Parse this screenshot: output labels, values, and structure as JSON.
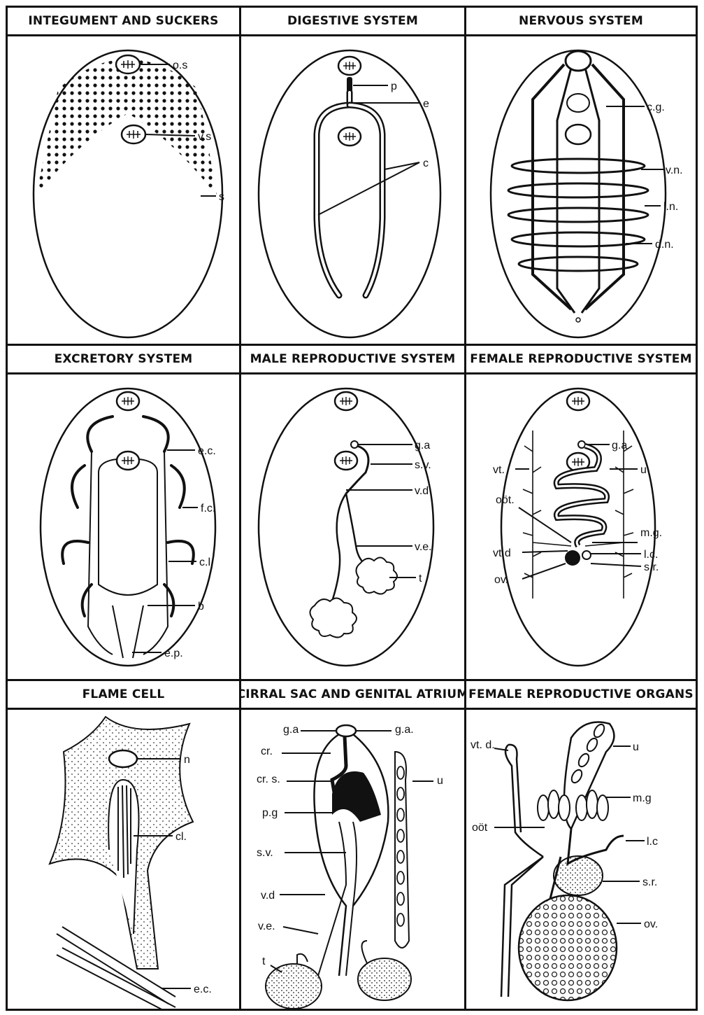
{
  "panels": {
    "integument": {
      "title": "INTEGUMENT AND SUCKERS",
      "labels": {
        "os": "o.s",
        "vs": "v.s",
        "s": "s"
      }
    },
    "digestive": {
      "title": "DIGESTIVE SYSTEM",
      "labels": {
        "p": "p",
        "e": "e",
        "c": "c"
      }
    },
    "nervous": {
      "title": "NERVOUS SYSTEM",
      "labels": {
        "cg": "c.g.",
        "vn": "v.n.",
        "ln": "l.n.",
        "dn": "d.n."
      }
    },
    "excretory": {
      "title": "EXCRETORY SYSTEM",
      "labels": {
        "ec": "e.c.",
        "fc": "f.c.",
        "cl": "c.l.",
        "b": "b",
        "ep": "e.p."
      }
    },
    "male": {
      "title": "MALE REPRODUCTIVE SYSTEM",
      "labels": {
        "ga": "g.a",
        "sv": "s.v.",
        "vd": "v.d",
        "ve": "v.e.",
        "t": "t"
      }
    },
    "female": {
      "title": "FEMALE REPRODUCTIVE SYSTEM",
      "labels": {
        "ga": "g.a",
        "vt": "vt.",
        "u": "u",
        "ool": "oöt.",
        "mg": "m.g.",
        "vtd": "vt.d",
        "lc": "l.c.",
        "ov": "ov.",
        "sr": "s.r."
      }
    },
    "flame": {
      "title": "FLAME CELL",
      "labels": {
        "n": "n",
        "cl": "cl.",
        "ec": "e.c."
      }
    },
    "cirral": {
      "title": "CIRRAL SAC AND GENITAL ATRIUM",
      "labels": {
        "ga_left": "g.a",
        "ga_right": "g.a.",
        "cr": "cr.",
        "crs": "cr. s.",
        "u": "u",
        "pg": "p.g",
        "sv": "s.v.",
        "vd": "v.d",
        "ve": "v.e.",
        "t": "t"
      }
    },
    "organs": {
      "title": "FEMALE REPRODUCTIVE ORGANS",
      "labels": {
        "vtd": "vt. d.",
        "u": "u",
        "mg": "m.g",
        "ool": "oöt",
        "lc": "l.c",
        "sr": "s.r.",
        "ov": "ov."
      }
    }
  }
}
